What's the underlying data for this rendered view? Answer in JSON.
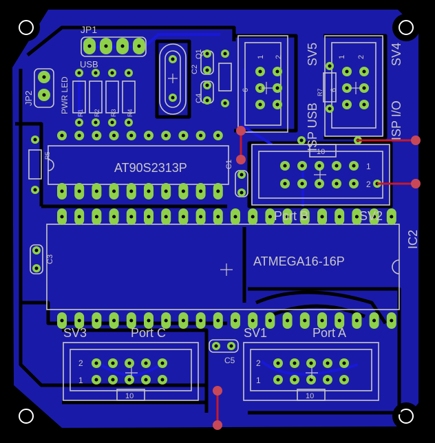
{
  "colors": {
    "background": "#000000",
    "board": "#1a1aa8",
    "trace": "#1818d8",
    "gap": "#000000",
    "pad": "#8fd04a",
    "silk": "#c8c8c8",
    "wire": "#c8182a",
    "wire_pad": "#c84858",
    "via_hole": "#000000"
  },
  "labels": {
    "jp1": "JP1",
    "jp2": "JP2",
    "usb": "USB",
    "pwr_led": "PWR LED",
    "r1": "R1",
    "r2": "R2",
    "r3": "R3",
    "r4": "R4",
    "r5": "R5",
    "r7": "R7",
    "q1": "Q1",
    "c1": "C1",
    "c2": "C2",
    "c3": "C3",
    "c4": "C4",
    "c5": "C5",
    "ic1": "AT90S2313P",
    "ic2": "ATMEGA16-16P",
    "ic2_ref": "IC2",
    "sv1": "SV1",
    "sv2": "SV2",
    "sv3": "SV3",
    "sv4": "SV4",
    "sv5": "SV5",
    "port_a": "Port A",
    "port_b": "Port B",
    "port_c": "Port C",
    "isp_usb": "ISP USB",
    "isp_io": "ISP I/O",
    "pin1": "1",
    "pin2": "2",
    "pin6": "6",
    "ten": "10"
  }
}
